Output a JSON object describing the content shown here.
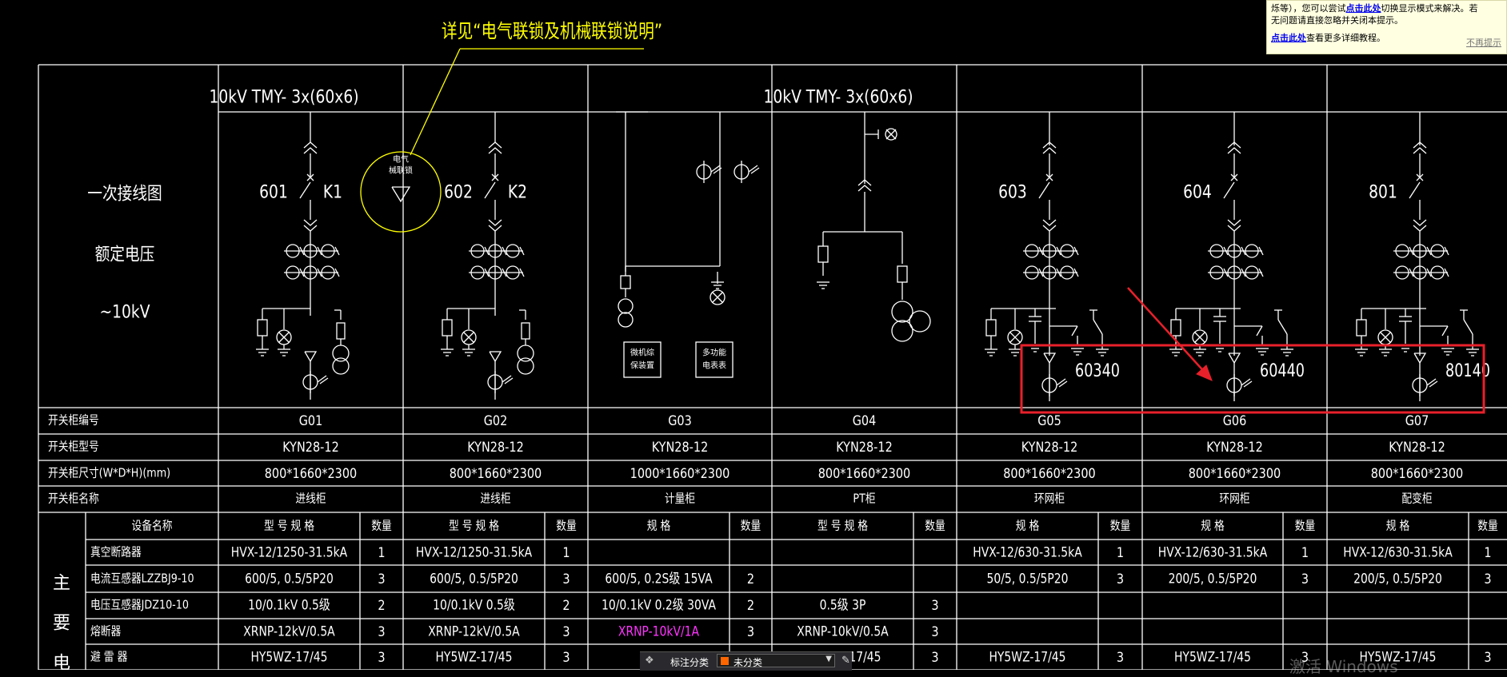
{
  "callout": "详见“电气联锁及机械联锁说明”",
  "interlock_badge": [
    "电气",
    "械联锁"
  ],
  "busbar_labels": [
    "10kV  TMY- 3x(60x6)",
    "10kV  TMY- 3x(60x6)"
  ],
  "left_labels": {
    "diagram": "一次接线图",
    "voltage_title": "额定电压",
    "voltage_value": "~10kV"
  },
  "switch_ids": [
    "601",
    "602",
    "603",
    "604",
    "801"
  ],
  "k_labels": [
    "K1",
    "K2"
  ],
  "ct_labels": [
    "60340",
    "60440",
    "80140"
  ],
  "g03_boxes": [
    [
      "微机综",
      "保装置"
    ],
    [
      "多功能",
      "电表表"
    ]
  ],
  "row_labels": [
    "开关柜编号",
    "开关柜型号",
    "开关柜尺寸(W*D*H)(mm)",
    "开关柜名称"
  ],
  "cabinets": [
    {
      "no": "G01",
      "model": "KYN28-12",
      "size": "800*1660*2300",
      "name": "进线柜"
    },
    {
      "no": "G02",
      "model": "KYN28-12",
      "size": "800*1660*2300",
      "name": "进线柜"
    },
    {
      "no": "G03",
      "model": "KYN28-12",
      "size": "1000*1660*2300",
      "name": "计量柜"
    },
    {
      "no": "G04",
      "model": "KYN28-12",
      "size": "800*1660*2300",
      "name": "PT柜"
    },
    {
      "no": "G05",
      "model": "KYN28-12",
      "size": "800*1660*2300",
      "name": "环网柜"
    },
    {
      "no": "G06",
      "model": "KYN28-12",
      "size": "800*1660*2300",
      "name": "环网柜"
    },
    {
      "no": "G07",
      "model": "KYN28-12",
      "size": "800*1660*2300",
      "name": "配变柜"
    }
  ],
  "equipment": {
    "group_label": [
      "主",
      "要",
      "电"
    ],
    "name_header": "设备名称",
    "col_headers": [
      "型 号 规 格",
      "型 号 规 格",
      "规 格",
      "型 号 规 格",
      "规 格",
      "规 格",
      "规 格"
    ],
    "qty_header": "数量",
    "rows": [
      {
        "name": "真空断路器",
        "cells": [
          [
            "HVX-12/1250-31.5kA",
            "1"
          ],
          [
            "HVX-12/1250-31.5kA",
            "1"
          ],
          [
            "",
            ""
          ],
          [
            "",
            ""
          ],
          [
            "HVX-12/630-31.5kA",
            "1"
          ],
          [
            "HVX-12/630-31.5kA",
            "1"
          ],
          [
            "HVX-12/630-31.5kA",
            "1"
          ]
        ]
      },
      {
        "name": "电流互感器LZZBJ9-10",
        "cells": [
          [
            "600/5, 0.5/5P20",
            "3"
          ],
          [
            "600/5, 0.5/5P20",
            "3"
          ],
          [
            "600/5, 0.2S级 15VA",
            "2"
          ],
          [
            "",
            ""
          ],
          [
            "50/5, 0.5/5P20",
            "3"
          ],
          [
            "200/5, 0.5/5P20",
            "3"
          ],
          [
            "200/5, 0.5/5P20",
            "3"
          ]
        ]
      },
      {
        "name": "电压互感器JDZ10-10",
        "cells": [
          [
            "10/0.1kV 0.5级",
            "2"
          ],
          [
            "10/0.1kV 0.5级",
            "2"
          ],
          [
            "10/0.1kV 0.2级 30VA",
            "2"
          ],
          [
            "0.5级 3P",
            "3"
          ],
          [
            "",
            ""
          ],
          [
            "",
            ""
          ],
          [
            "",
            ""
          ]
        ]
      },
      {
        "name": "熔断器",
        "cells": [
          [
            "XRNP-12kV/0.5A",
            "3"
          ],
          [
            "XRNP-12kV/0.5A",
            "3"
          ],
          [
            "XRNP-10kV/1A",
            "3"
          ],
          [
            "XRNP-10kV/0.5A",
            "3"
          ],
          [
            "",
            ""
          ],
          [
            "",
            ""
          ],
          [
            "",
            ""
          ]
        ]
      },
      {
        "name": "避 雷 器",
        "cells": [
          [
            "HY5WZ-17/45",
            "3"
          ],
          [
            "HY5WZ-17/45",
            "3"
          ],
          [
            "",
            ""
          ],
          [
            "HY5WZ-17/45",
            "3"
          ],
          [
            "HY5WZ-17/45",
            "3"
          ],
          [
            "HY5WZ-17/45",
            "3"
          ],
          [
            "HY5WZ-17/45",
            "3"
          ]
        ]
      }
    ]
  },
  "tooltip": {
    "line1_pre": "烁等），您可以尝试",
    "line1_link": "点击此处",
    "line1_post": "切换显示模式来解决。若",
    "line2": "无问题请直接忽略并关闭本提示。",
    "line3_link": "点击此处",
    "line3_post": "查看更多详细教程。",
    "dismiss": "不再提示"
  },
  "bottom_bar": {
    "label": "标注分类",
    "value": "未分类"
  },
  "watermark": "激活 Windows",
  "colors": {
    "background": "#000000",
    "lines": "#ffffff",
    "callout": "#ffff00",
    "highlight": "#e8202a",
    "magenta": "#ff33ff"
  }
}
